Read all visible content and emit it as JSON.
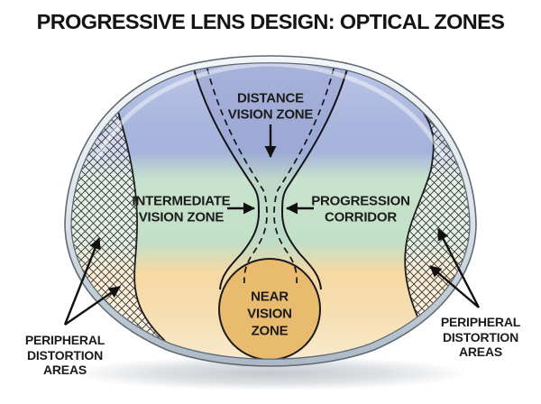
{
  "title": "PROGRESSIVE LENS DESIGN: OPTICAL ZONES",
  "labels": {
    "distance": "DISTANCE\nVISION ZONE",
    "intermediate": "INTERMEDIATE\nVISION ZONE",
    "progression": "PROGRESSION\nCORRIDOR",
    "near": "NEAR\nVISION\nZONE",
    "peripheral_left": "PERIPHERAL\nDISTORTION\nAREAS",
    "peripheral_right": "PERIPHERAL\nDISTORTION\nAREAS"
  },
  "colors": {
    "distance_zone_blue": "#a9b6dd",
    "intermediate_zone_green": "#c8e3cd",
    "near_zone_band_orange": "#f6d9a3",
    "near_zone_circle_orange": "#e9bb6f",
    "lens_rim_light": "#f4f7f9",
    "lens_rim_dark": "#b4c0cb",
    "outline_black": "#1b1b1b",
    "hatch_line": "#2f2f2f"
  }
}
